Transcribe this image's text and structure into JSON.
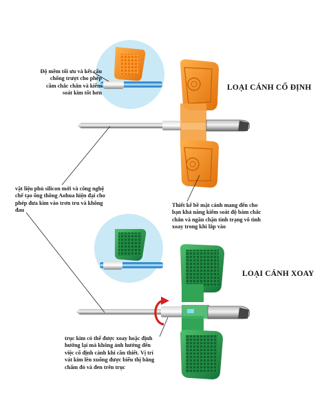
{
  "titles": {
    "fixed": "LOẠI CÁNH CỐ ĐỊNH",
    "rotating": "LOẠI CÁNH XOAY"
  },
  "notes": {
    "softness": "Độ mềm tối ưu và kết cấu\nchống trượt cho phép\ncầm chắc chắn và kiểm\nsoát kim tốt hơn",
    "silicone": "vật liệu phủ silicon mới và công nghệ\nchế tạo ống thông Aohua hiện đại cho\nphép đưa kim vào trơn tru và không\nđau",
    "wing_surface": "Thiết kế bề mặt cánh mang đến cho\nbạn khả năng kiểm soát độ bám chắc\nchắn và ngăn chặn tình trạng vô tình\nxoay trong khi lắp vào",
    "needle_rotation": "trục kim có thể được xoay hoặc định\nhướng lại mà không ảnh hưởng đến\nviệc cố định cánh khi cần thiết. Vị trí\nvát kim lên xuống được biểu thị bằng\nchấm đỏ và đen trên trục"
  },
  "colors": {
    "orange": "#f08a1c",
    "orange_dark": "#d86a08",
    "green": "#2e9a4e",
    "green_dark": "#16703a",
    "circle_bg": "#c9e9f6",
    "needle": "#6d6d6d",
    "rotate_arrow": "#d42020"
  }
}
